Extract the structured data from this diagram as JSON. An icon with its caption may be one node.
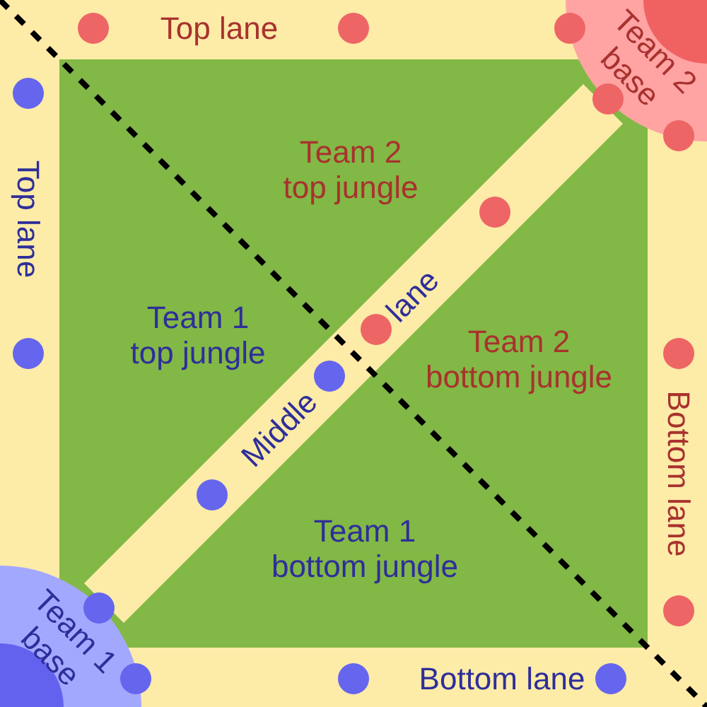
{
  "diagram": {
    "nodes": [
      {
        "text": [
          "Team 2 base"
        ]
      },
      {
        "text": [
          "Middle lane"
        ]
      },
      {
        "text": [
          "Team 1 base"
        ]
      }
    ],
    "labels": [
      "Top lane",
      "Top lane",
      "Team 2 top jungle",
      "Team 1 top jungle",
      "Team 2 bottom jungle",
      "Bottom lane",
      "Team 1 bottom jungle",
      "Bottom lane"
    ]
  }
}
